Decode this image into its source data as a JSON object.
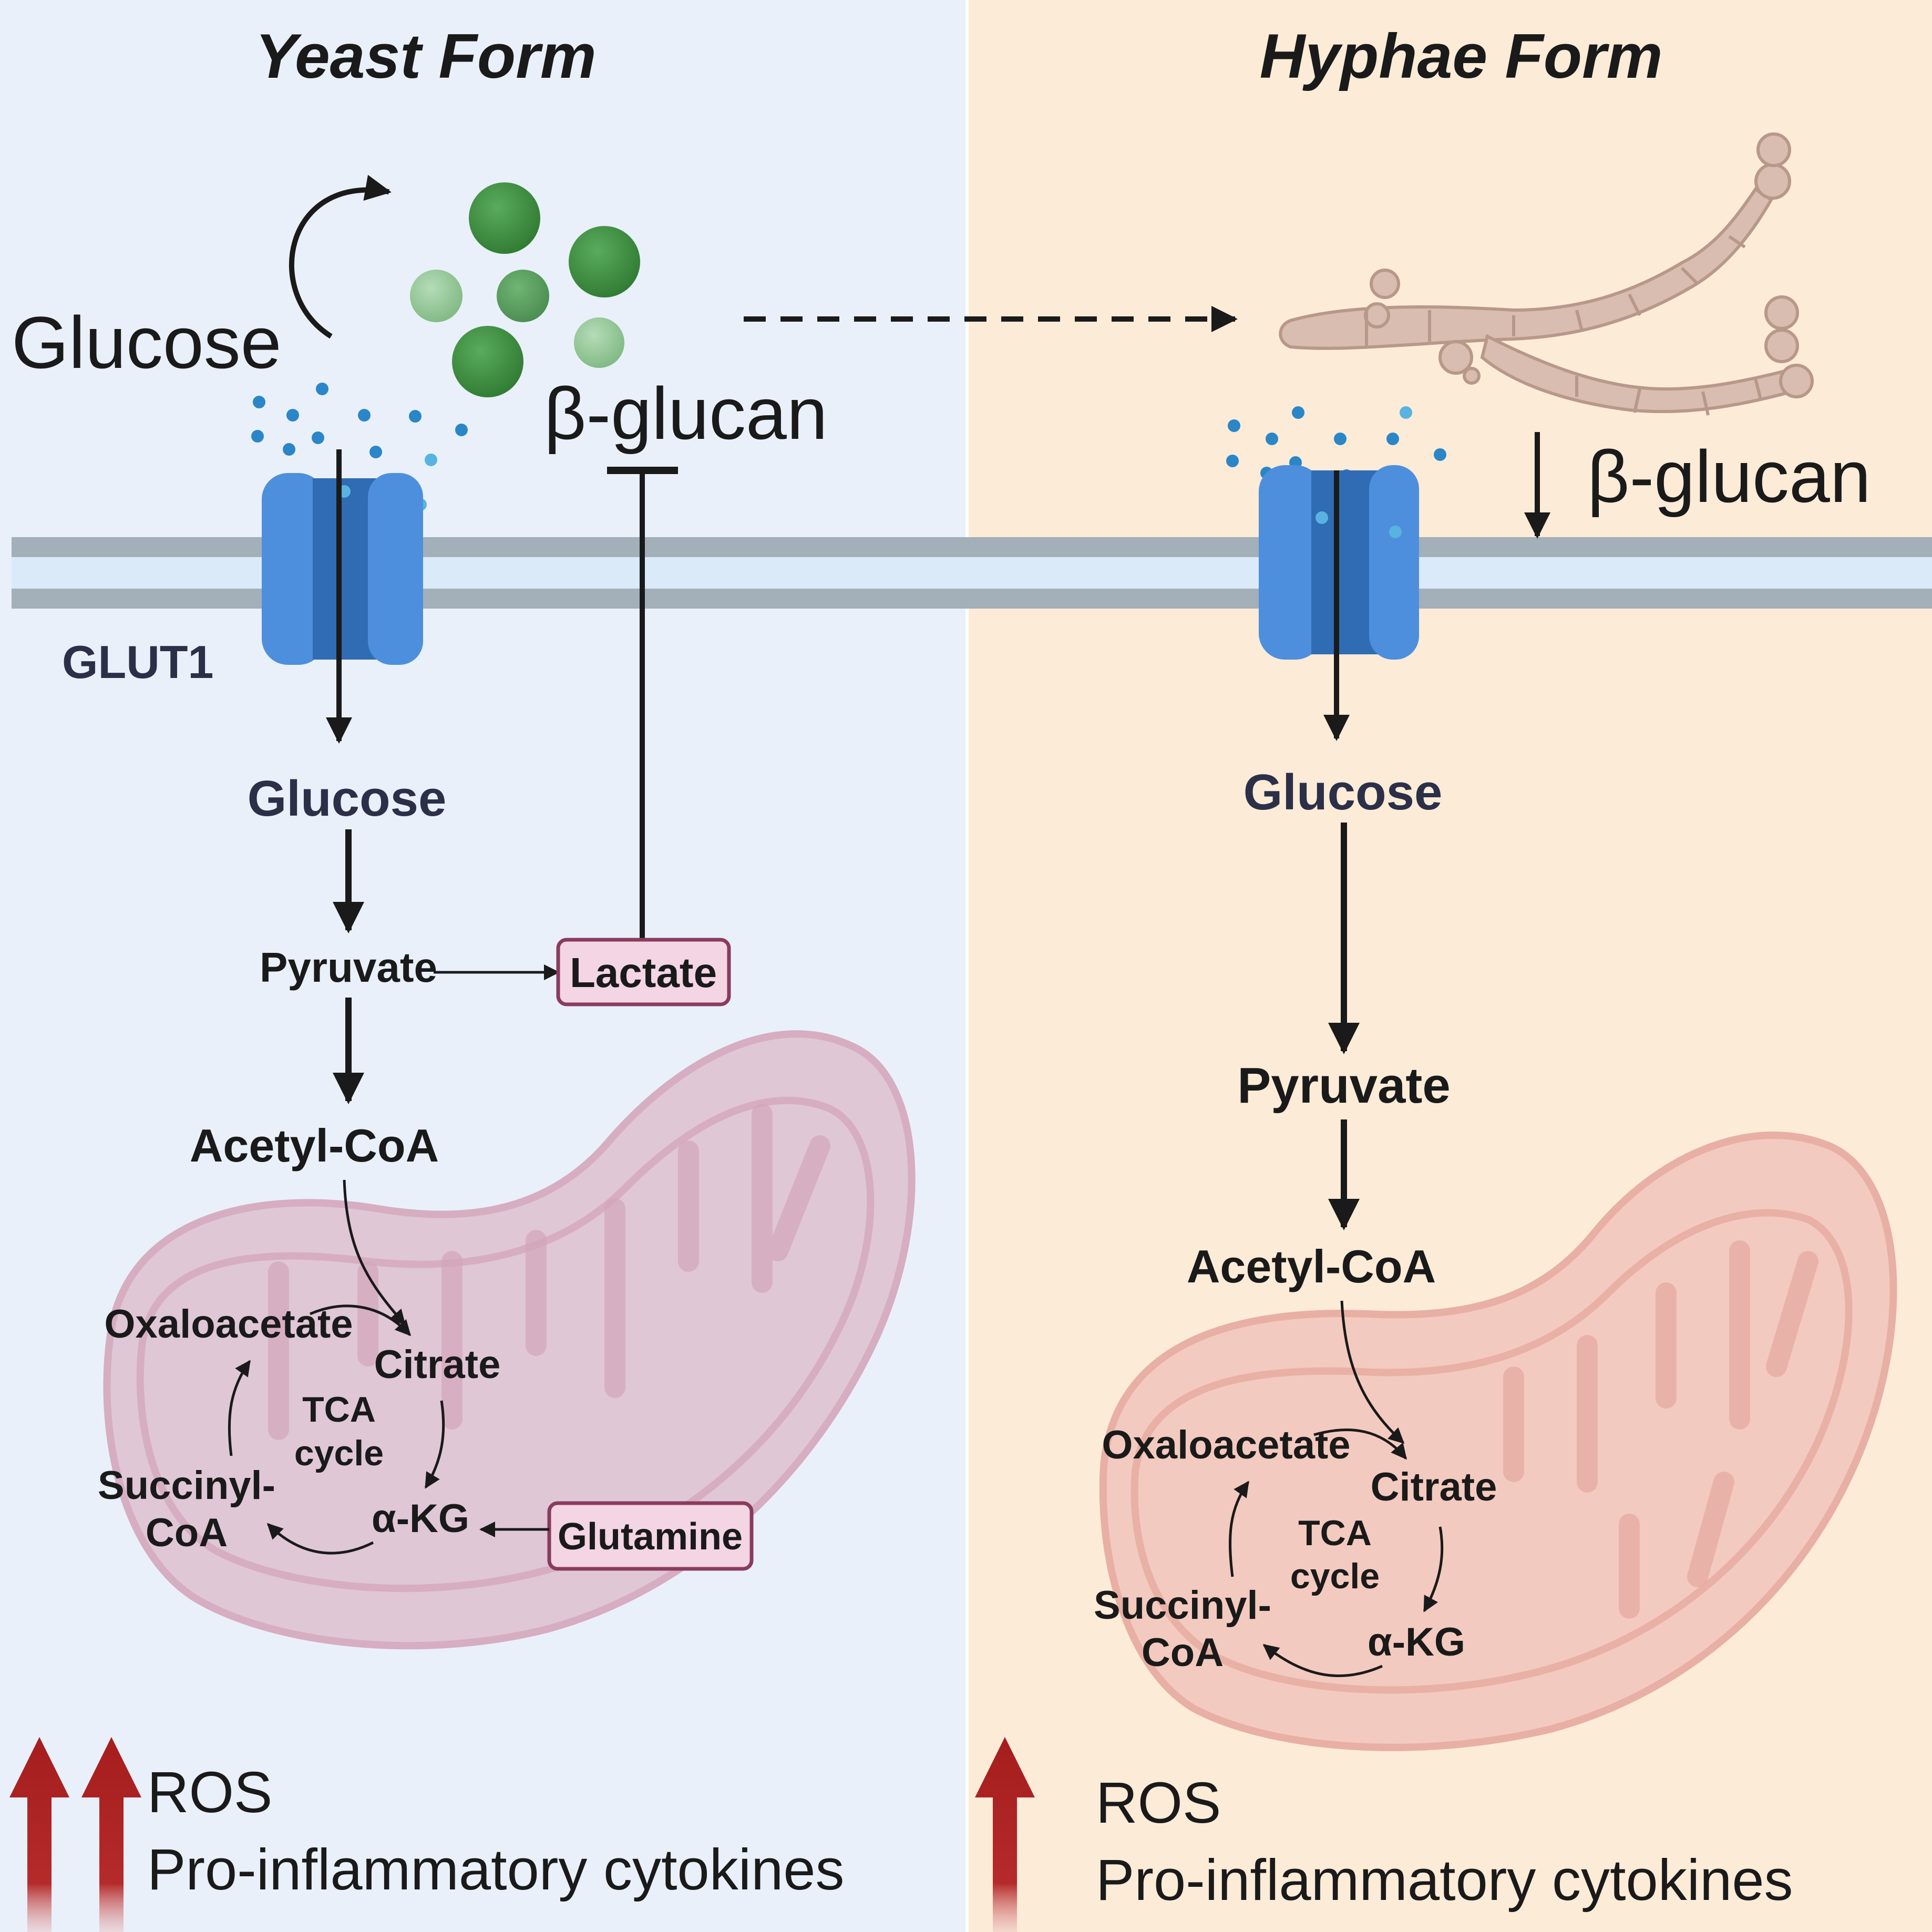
{
  "panels": {
    "yeast": {
      "title": "Yeast Form",
      "background": "#e9f0f9",
      "outside_glucose": "Glucose",
      "outside_glucan": "β-glucan",
      "transporter_label": "GLUT1",
      "pathway": {
        "glucose": "Glucose",
        "pyruvate": "Pyruvate",
        "lactate": "Lactate",
        "acetyl_coa": "Acetyl-CoA"
      },
      "tca": {
        "oxaloacetate": "Oxaloacetate",
        "citrate": "Citrate",
        "center_line1": "TCA",
        "center_line2": "cycle",
        "succinyl_line1": "Succinyl-",
        "succinyl_line2": "CoA",
        "akg": "α-KG",
        "glutamine": "Glutamine"
      },
      "outcome": {
        "line1": "ROS",
        "line2": "Pro-inflammatory cytokines",
        "up_arrows": 2
      }
    },
    "hyphae": {
      "title": "Hyphae Form",
      "background": "#fcebd7",
      "glucan_label": "β-glucan",
      "pathway": {
        "glucose": "Glucose",
        "pyruvate": "Pyruvate",
        "acetyl_coa": "Acetyl-CoA"
      },
      "tca": {
        "oxaloacetate": "Oxaloacetate",
        "citrate": "Citrate",
        "center_line1": "TCA",
        "center_line2": "cycle",
        "succinyl_line1": "Succinyl-",
        "succinyl_line2": "CoA",
        "akg": "α-KG"
      },
      "outcome": {
        "line1": "ROS",
        "line2": "Pro-inflammatory cytokines",
        "up_arrows": 1
      }
    }
  },
  "colors": {
    "membrane": "#a3afb9",
    "membrane_inner": "#dbeaf9",
    "transporter": "#4d8fdc",
    "transporter_dark": "#2f6cb4",
    "glucan_dark": "#3d8a3f",
    "glucan_light": "#8fc494",
    "mito_yeast": "#dfc3d3",
    "mito_hyphae": "#f3c7bd",
    "hyphae_cell": "#d8bdb0",
    "up_arrow": "#a51d1d",
    "box_fill": "#f3d5e3",
    "box_stroke": "#8a3b5e"
  },
  "icons": [
    "glut1-transporter-icon",
    "beta-glucan-particles-icon",
    "hyphae-icon",
    "mitochondrion-icon",
    "up-arrow-icon"
  ]
}
